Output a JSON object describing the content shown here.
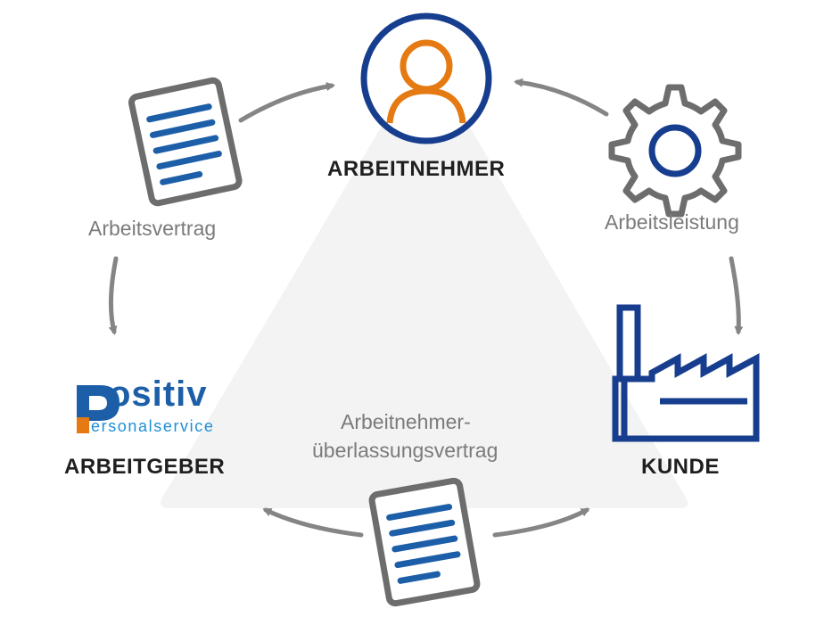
{
  "nodes": {
    "employee": {
      "label": "ARBEITNEHMER",
      "icon": "person-icon"
    },
    "employer": {
      "label": "ARBEITGEBER",
      "icon": "positiv-logo"
    },
    "customer": {
      "label": "KUNDE",
      "icon": "factory-icon"
    }
  },
  "edges": {
    "employment_contract": {
      "label": "Arbeitsvertrag",
      "icon": "document-icon"
    },
    "work_performance": {
      "label": "Arbeitsleistung",
      "icon": "gear-icon"
    },
    "leasing_contract": {
      "line1": "Arbeitnehmer-",
      "line2": "überlassungsvertrag",
      "icon": "document-icon"
    }
  },
  "logo": {
    "word": "ositiv",
    "tagline": "ersonalservice"
  },
  "colors": {
    "navy": "#173e8e",
    "orange": "#e57a12",
    "gray_icon": "#6d6d6d",
    "arrow": "#858585",
    "triangle": "#f4f4f4",
    "doc_lines": "#1c5fa8"
  }
}
